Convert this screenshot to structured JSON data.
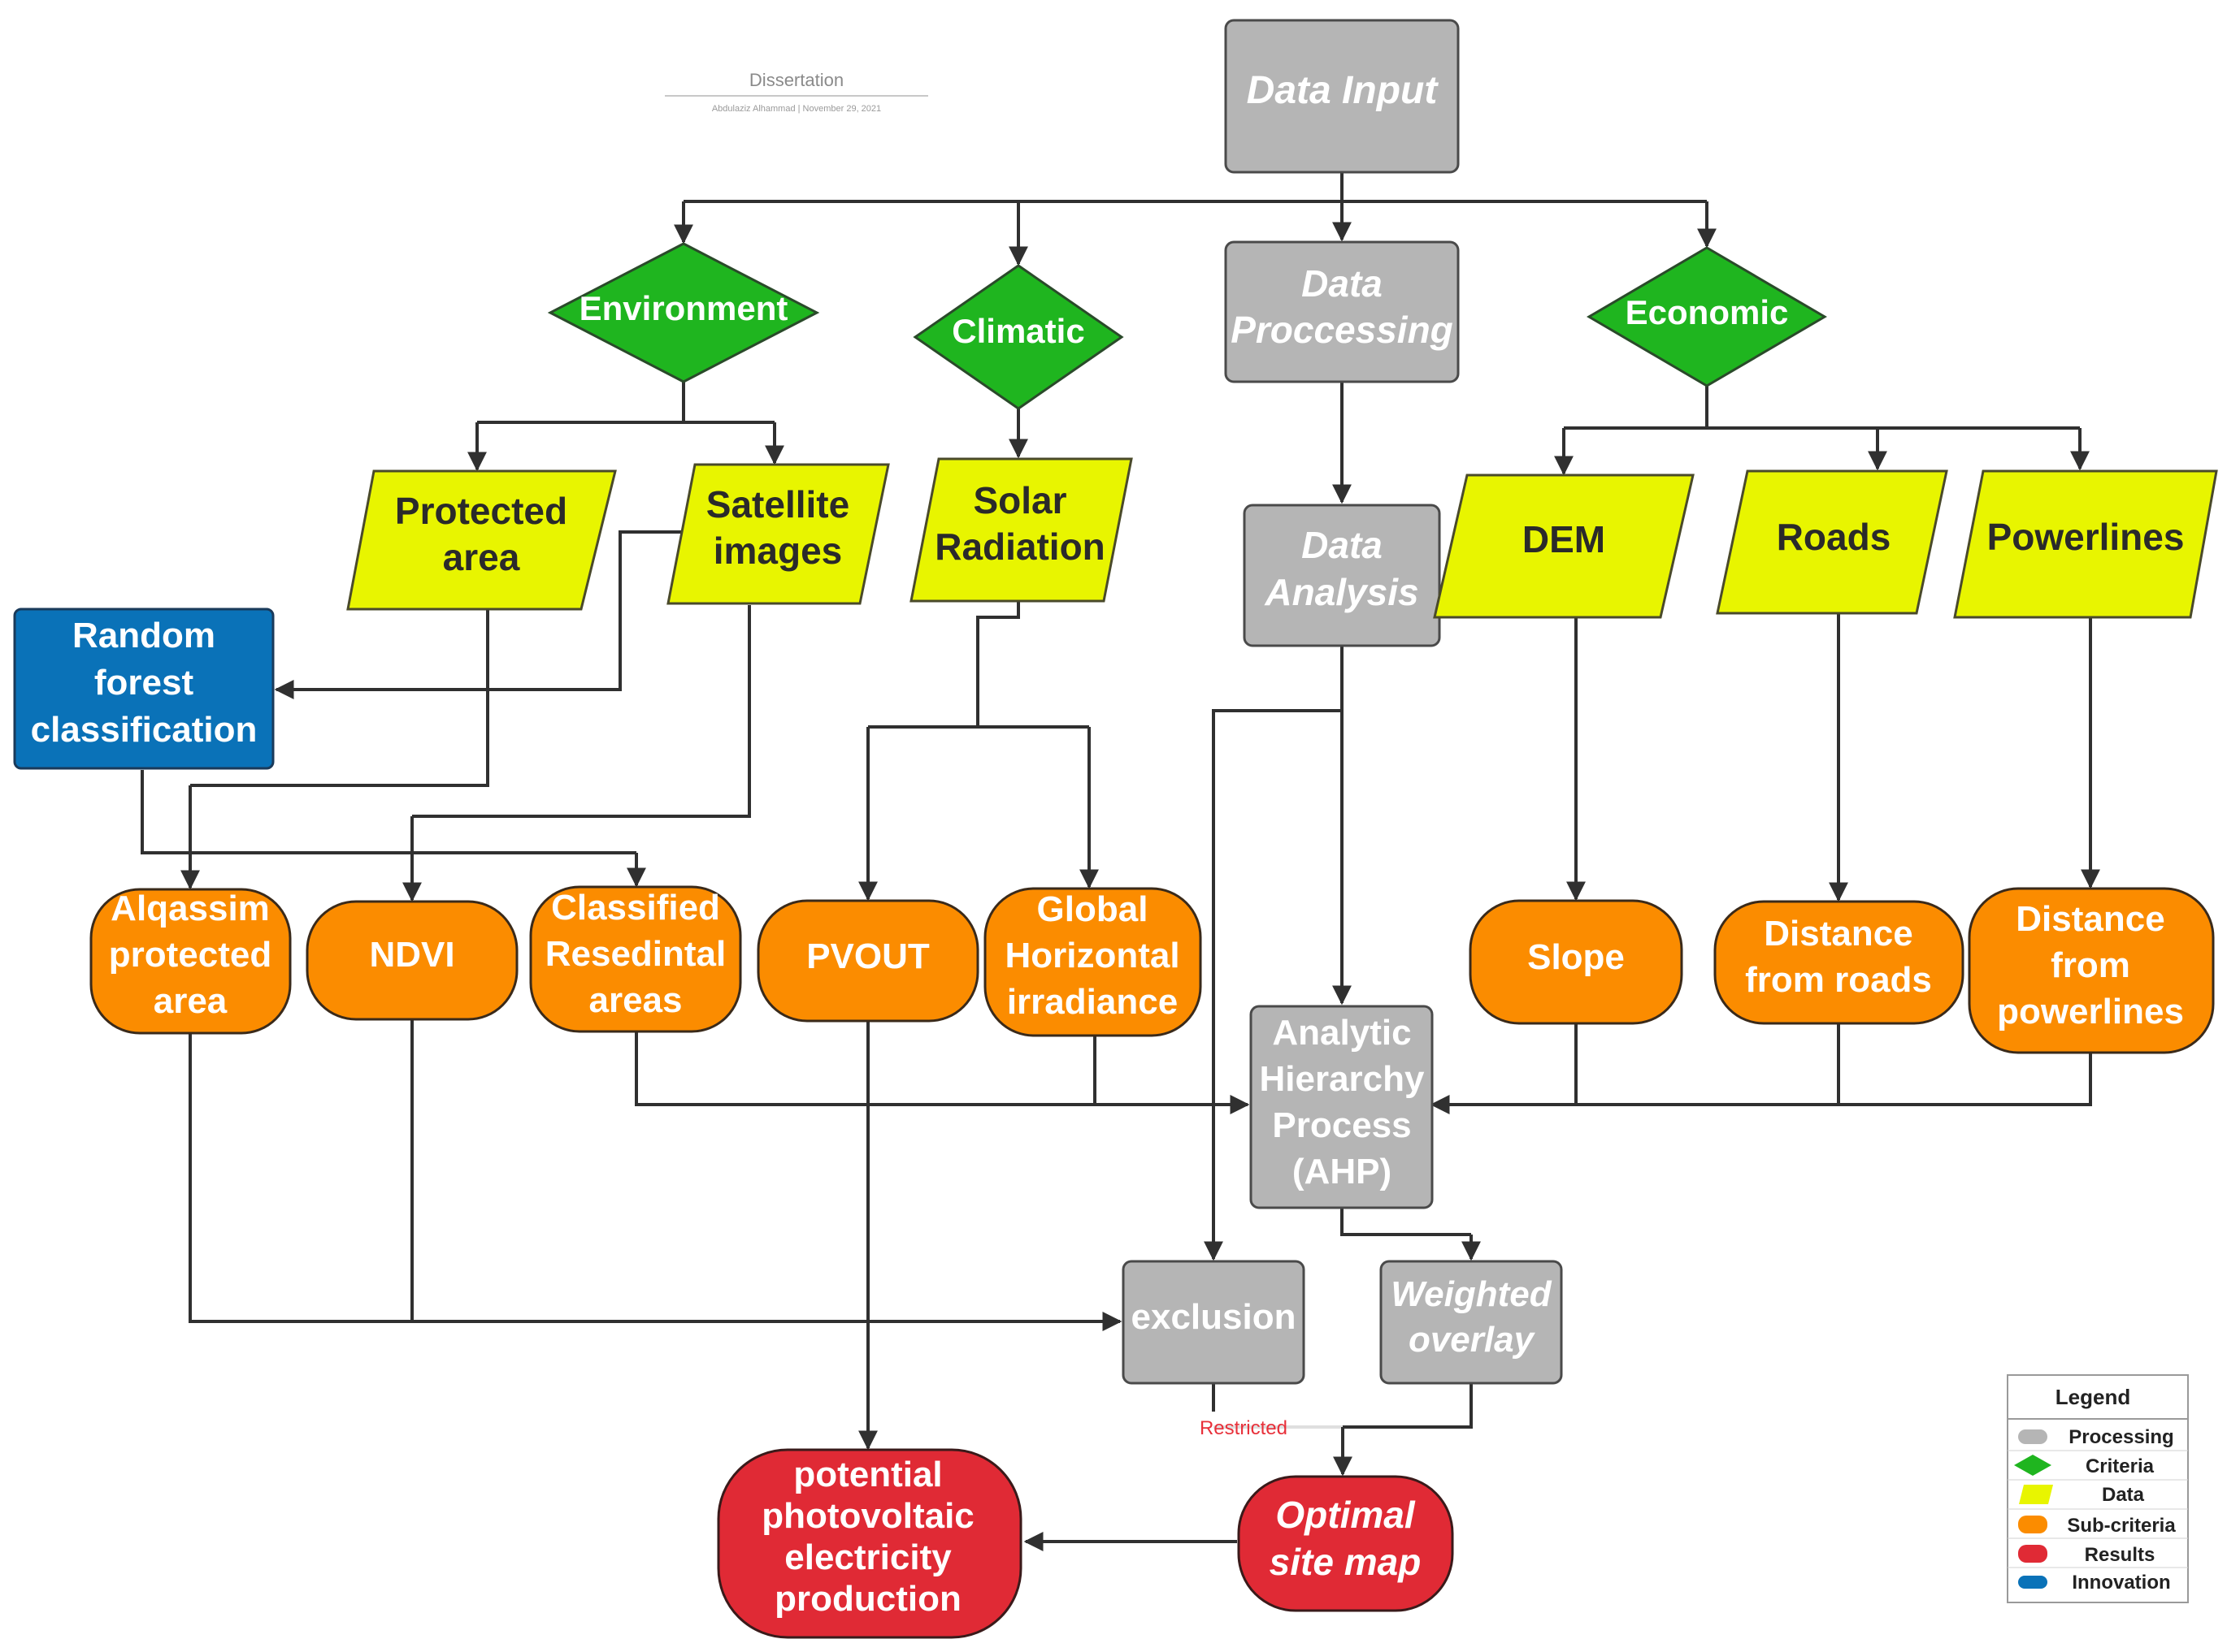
{
  "header": {
    "title": "Dissertation",
    "byline": "Abdulaziz Alhammad  |  November 29, 2021"
  },
  "nodes": {
    "data_input": "Data Input",
    "environment": "Environment",
    "climatic": "Climatic",
    "data_processing": [
      "Data",
      "Proccessing"
    ],
    "economic": "Economic",
    "protected_area": [
      "Protected",
      "area"
    ],
    "satellite_images": [
      "Satellite",
      "images"
    ],
    "solar_radiation": [
      "Solar",
      "Radiation"
    ],
    "data_analysis": [
      "Data",
      "Analysis"
    ],
    "dem": "DEM",
    "roads": "Roads",
    "powerlines": "Powerlines",
    "random_forest": [
      "Random",
      "forest",
      "classification"
    ],
    "alqassim": [
      "Alqassim",
      "protected",
      "area"
    ],
    "ndvi": "NDVI",
    "classified": [
      "Classified",
      "Resedintal",
      "areas"
    ],
    "pvout": "PVOUT",
    "ghi": [
      "Global",
      "Horizontal",
      "irradiance"
    ],
    "slope": "Slope",
    "dist_roads": [
      "Distance",
      "from roads"
    ],
    "dist_powerlines": [
      "Distance",
      "from",
      "powerlines"
    ],
    "ahp": [
      "Analytic",
      "Hierarchy",
      "Process",
      "(AHP)"
    ],
    "exclusion": "exclusion",
    "weighted_overlay": [
      "Weighted",
      "overlay"
    ],
    "pv_production": [
      "potential",
      "photovoltaic",
      "electricity",
      "production"
    ],
    "optimal_site": [
      "Optimal",
      "site map"
    ]
  },
  "edge_labels": {
    "restricted": "Restricted"
  },
  "legend": {
    "title": "Legend",
    "items": [
      {
        "label": "Processing",
        "color": "#b5b5b5"
      },
      {
        "label": "Criteria",
        "color": "#1fb51f"
      },
      {
        "label": "Data",
        "color": "#e8f500"
      },
      {
        "label": "Sub-criteria",
        "color": "#fb8c00"
      },
      {
        "label": "Results",
        "color": "#e02a35"
      },
      {
        "label": "Innovation",
        "color": "#0a72b8"
      }
    ]
  },
  "colors": {
    "processing": "#b5b5b5",
    "criteria": "#1fb51f",
    "data": "#e8f500",
    "subcriteria": "#fb8c00",
    "results": "#e02a35",
    "innovation": "#0a72b8",
    "restricted_label": "#e8303a"
  }
}
